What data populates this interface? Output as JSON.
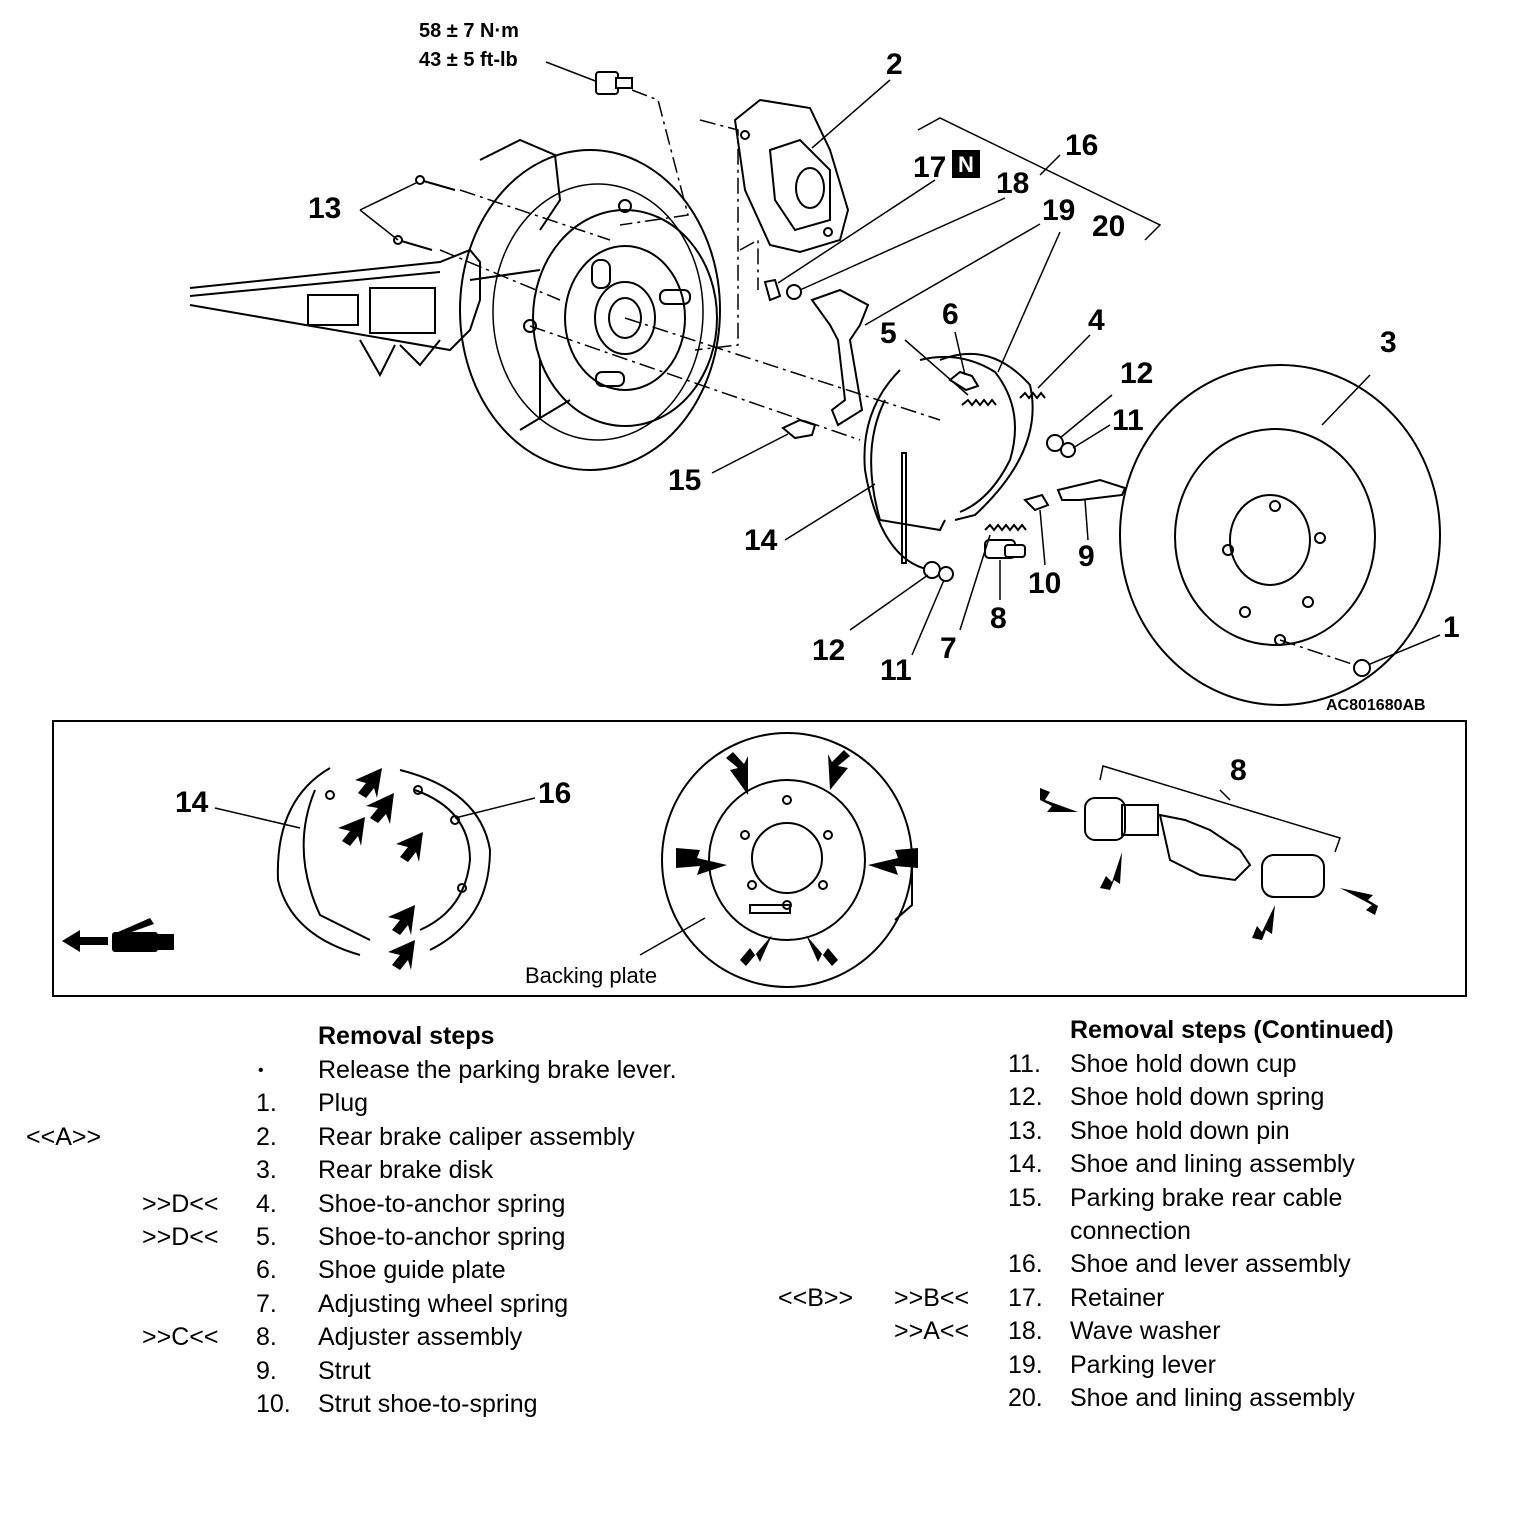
{
  "diagram": {
    "torque_line1": "58 ± 7 N·m",
    "torque_line2": "43 ± 5 ft-lb",
    "figure_code": "AC801680AB",
    "new_part_badge": "N",
    "backing_plate_label": "Backing plate",
    "callouts": {
      "c1": "1",
      "c2": "2",
      "c3": "3",
      "c4": "4",
      "c5": "5",
      "c6": "6",
      "c7": "7",
      "c8": "8",
      "c9": "9",
      "c10": "10",
      "c11a": "11",
      "c11b": "11",
      "c12a": "12",
      "c12b": "12",
      "c13": "13",
      "c14": "14",
      "c15": "15",
      "c16": "16",
      "c17": "17",
      "c18": "18",
      "c19": "19",
      "c20": "20",
      "d14": "14",
      "d16": "16",
      "d8": "8"
    },
    "icons": {
      "grease": "grease-gun-icon",
      "arrows": "application-point-arrow-icon"
    }
  },
  "left_list": {
    "header": "Removal steps",
    "items": [
      {
        "prefix": "",
        "suffix": "",
        "num": "•",
        "text": "Release the parking brake lever."
      },
      {
        "prefix": "",
        "suffix": "",
        "num": "1.",
        "text": "Plug"
      },
      {
        "prefix": "<<A>>",
        "suffix": "",
        "num": "2.",
        "text": "Rear brake caliper assembly"
      },
      {
        "prefix": "",
        "suffix": "",
        "num": "3.",
        "text": "Rear brake disk"
      },
      {
        "prefix": "",
        "suffix": ">>D<<",
        "num": "4.",
        "text": "Shoe-to-anchor spring"
      },
      {
        "prefix": "",
        "suffix": ">>D<<",
        "num": "5.",
        "text": "Shoe-to-anchor spring"
      },
      {
        "prefix": "",
        "suffix": "",
        "num": "6.",
        "text": "Shoe guide plate"
      },
      {
        "prefix": "",
        "suffix": "",
        "num": "7.",
        "text": "Adjusting wheel spring"
      },
      {
        "prefix": "",
        "suffix": ">>C<<",
        "num": "8.",
        "text": "Adjuster assembly"
      },
      {
        "prefix": "",
        "suffix": "",
        "num": "9.",
        "text": "Strut"
      },
      {
        "prefix": "",
        "suffix": "",
        "num": "10.",
        "text": "Strut shoe-to-spring"
      }
    ]
  },
  "right_list": {
    "header": "Removal steps (Continued)",
    "items": [
      {
        "prefix": "",
        "suffix": "",
        "num": "11.",
        "text": "Shoe hold down cup"
      },
      {
        "prefix": "",
        "suffix": "",
        "num": "12.",
        "text": "Shoe hold down spring"
      },
      {
        "prefix": "",
        "suffix": "",
        "num": "13.",
        "text": "Shoe hold down pin"
      },
      {
        "prefix": "",
        "suffix": "",
        "num": "14.",
        "text": "Shoe and lining assembly"
      },
      {
        "prefix": "",
        "suffix": "",
        "num": "15.",
        "text": "Parking brake rear cable"
      },
      {
        "prefix": "",
        "suffix": "",
        "num": "",
        "text": "connection"
      },
      {
        "prefix": "",
        "suffix": "",
        "num": "16.",
        "text": "Shoe and lever assembly"
      },
      {
        "prefix": "<<B>>",
        "suffix": ">>B<<",
        "num": "17.",
        "text": "Retainer"
      },
      {
        "prefix": "",
        "suffix": ">>A<<",
        "num": "18.",
        "text": "Wave washer"
      },
      {
        "prefix": "",
        "suffix": "",
        "num": "19.",
        "text": "Parking lever"
      },
      {
        "prefix": "",
        "suffix": "",
        "num": "20.",
        "text": "Shoe and lining assembly"
      }
    ]
  }
}
